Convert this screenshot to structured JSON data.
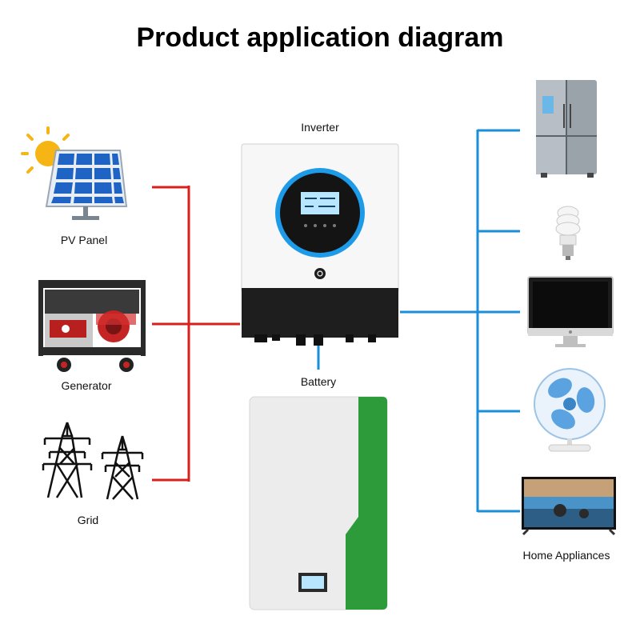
{
  "title": "Product application diagram",
  "labels": {
    "inverter": "Inverter",
    "battery": "Battery",
    "pv_panel": "PV Panel",
    "generator": "Generator",
    "grid": "Grid",
    "home_appliances": "Home Appliances"
  },
  "colors": {
    "input_lines": "#d8201c",
    "output_lines": "#1a8ed8",
    "battery_accent": "#2e9b3a",
    "screen_ring": "#1e9be8"
  },
  "icons": {
    "inputs": [
      "solar-panel-icon",
      "generator-icon",
      "transmission-tower-icon"
    ],
    "outputs": [
      "refrigerator-icon",
      "light-bulb-icon",
      "monitor-icon",
      "fan-icon",
      "television-icon"
    ]
  }
}
